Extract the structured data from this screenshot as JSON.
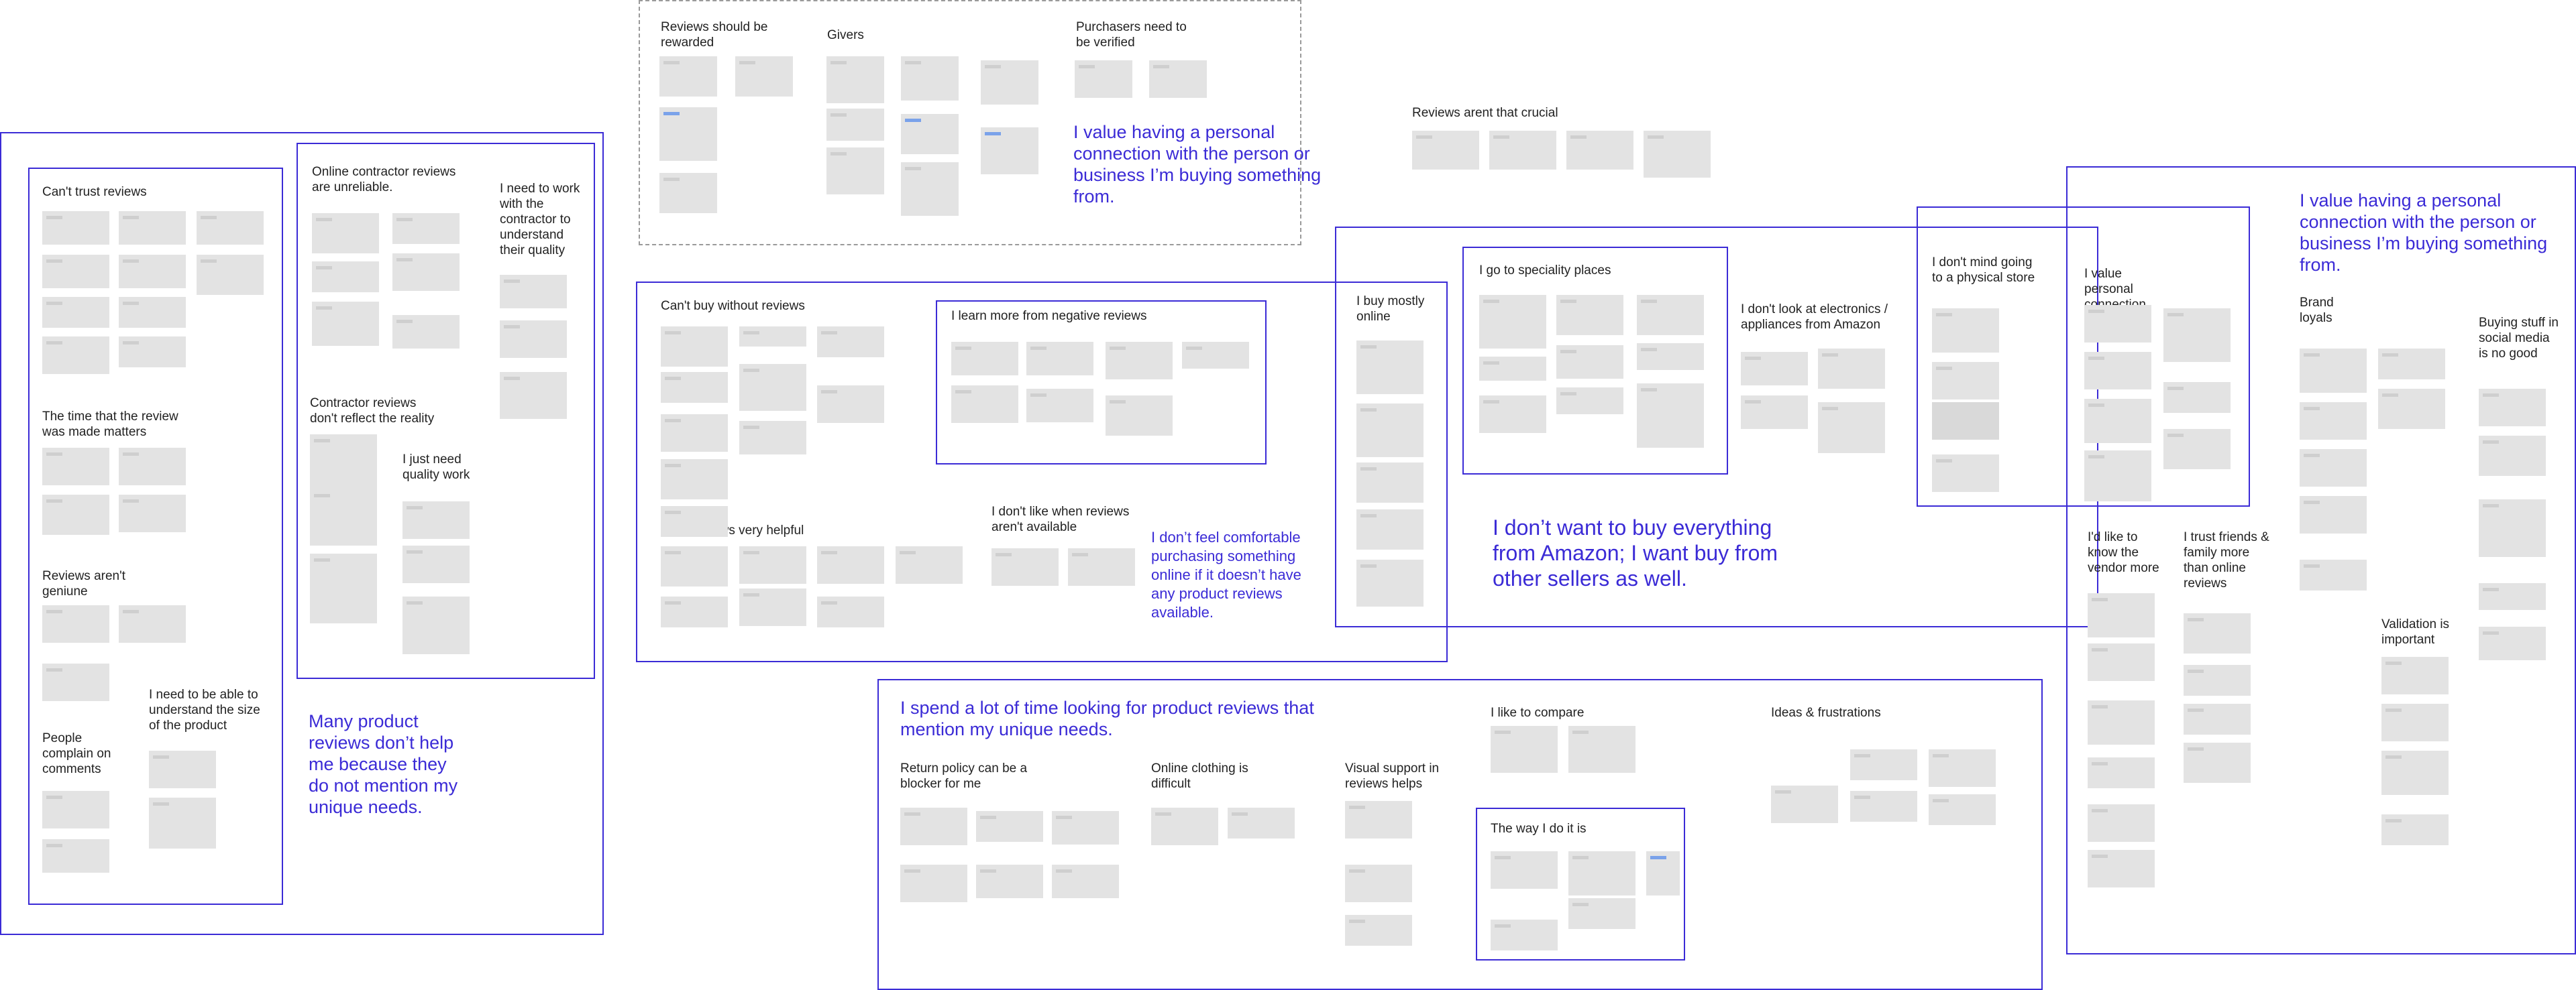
{
  "clusters": {
    "reviews_should_be_rewarded": "Reviews should be rewarded",
    "givers": "Givers",
    "purchasers_verified": "Purchasers need to be verified",
    "reviews_not_crucial": "Reviews arent that crucial",
    "cant_trust_reviews": "Can't trust reviews",
    "online_contractor_reviews": "Online contractor reviews are unreliable.",
    "need_to_work_with_contractor": "I need to work with the contractor to understand their quality",
    "time_review_made": "The time that the review was made matters",
    "contractor_reviews_reality": "Contractor reviews don't reflect the reality",
    "just_need_quality": "I just need quality work",
    "reviews_not_genuine": "Reviews aren't geniune",
    "need_size_of_product": "I need to be able to understand the size of the product",
    "people_complain": "People complain on comments",
    "cant_buy_without_reviews": "Can't buy without reviews",
    "learn_from_negative": "I learn more from negative reviews",
    "buy_mostly_online": "I buy mostly online",
    "speciality_places": "I go to speciality places",
    "dont_look_electronics": "I don't look at electronics / appliances from Amazon",
    "physical_store": "I don't mind going to a physical store",
    "value_personal": "I value personal connection",
    "brand_loyals": "Brand loyals",
    "social_media": "Buying stuff in social media is no good",
    "find_reviews_helpful": "I find reviews very helpful",
    "dont_like_when_unavailable": "I don't like when reviews aren't available",
    "know_vendor": "I'd like to know the vendor more",
    "trust_friends": "I trust friends & family more than online reviews",
    "validation_important": "Validation is important",
    "like_to_compare": "I like to compare",
    "ideas_frustrations": "Ideas & frustrations",
    "return_policy": "Return policy can be a blocker for me",
    "online_clothing": "Online clothing is difficult",
    "visual_support": "Visual support in reviews helps",
    "the_way_i_do_it": "The way I do it is"
  },
  "quotes": {
    "personal_connection_top": "I value having a personal connection with the person or business I’m buying something from.",
    "personal_connection_right": "I value having a personal connection with the person or business I’m buying something from.",
    "many_reviews_dont_help": "Many product reviews don’t help me because they do not mention my unique needs.",
    "not_comfortable": "I don’t feel comfortable purchasing something online if it doesn’t have any product reviews available.",
    "dont_want_amazon": "I don’t want to buy everything from Amazon; I want buy from other sellers as well.",
    "spend_time_looking": "I spend a lot of time looking for product reviews that mention my unique needs."
  },
  "colors": {
    "frame": "#3b2bd6",
    "sticky": "#e3e3e3",
    "sticky_tag": "#cfcfcf",
    "dashed_frame": "#9a9a9a",
    "quote_text": "#3b2bd6"
  }
}
